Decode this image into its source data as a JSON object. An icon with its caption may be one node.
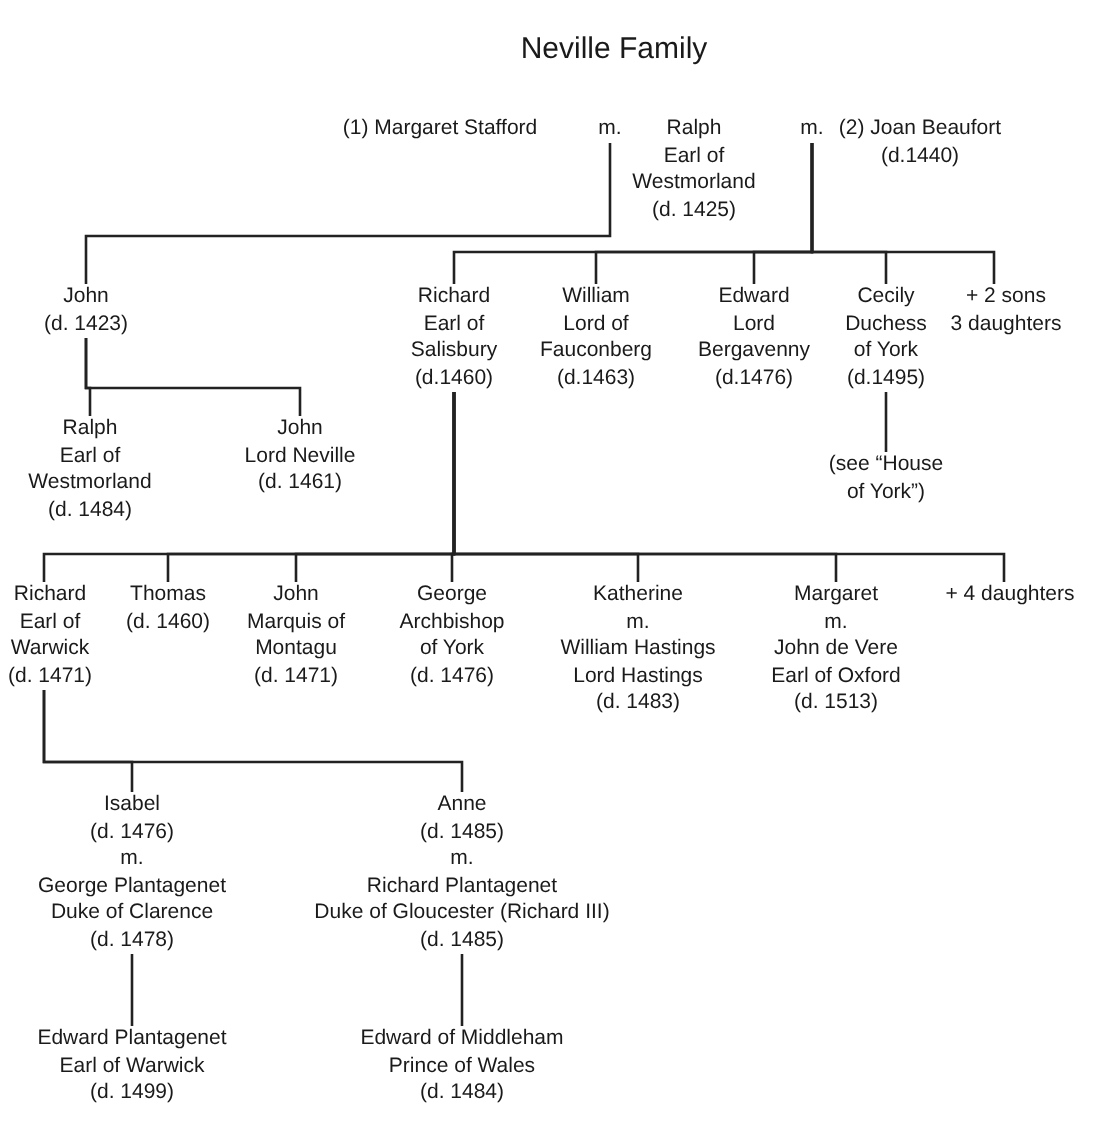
{
  "diagram": {
    "title": "Neville Family",
    "nodes": [
      {
        "text": [
          "(1) Margaret Stafford"
        ]
      },
      {
        "text": [
          "m."
        ]
      },
      {
        "text": [
          "Ralph Earl of Westmorland (d. 1425)"
        ]
      },
      {
        "text": [
          "m."
        ]
      },
      {
        "text": [
          "(2) Joan Beaufort (d.1440)"
        ]
      },
      {
        "text": [
          "John (d. 1423)"
        ]
      },
      {
        "text": [
          "Richard Earl of Salisbury (d.1460)"
        ]
      },
      {
        "text": [
          "William Lord of Fauconberg (d.1463)"
        ]
      },
      {
        "text": [
          "Edward Lord Bergavenny (d.1476)"
        ]
      },
      {
        "text": [
          "Cecily Duchess of York (d.1495)"
        ]
      },
      {
        "text": [
          "+ 2 sons 3 daughters"
        ]
      },
      {
        "text": [
          "Ralph Earl of Westmorland (d. 1484)"
        ]
      },
      {
        "text": [
          "John Lord Neville (d. 1461)"
        ]
      },
      {
        "text": [
          "(see “House of York”)"
        ]
      },
      {
        "text": [
          "Richard Earl of Warwick (d. 1471)"
        ]
      },
      {
        "text": [
          "Thomas (d. 1460)"
        ]
      },
      {
        "text": [
          "John Marquis of Montagu (d. 1471)"
        ]
      },
      {
        "text": [
          "George Archbishop of York (d. 1476)"
        ]
      },
      {
        "text": [
          "Katherine m. William Hastings Lord Hastings (d. 1483)"
        ]
      },
      {
        "text": [
          "Margaret m. John de Vere Earl of Oxford (d. 1513)"
        ]
      },
      {
        "text": [
          "+ 4 daughters"
        ]
      },
      {
        "text": [
          "Isabel (d. 1476) m. George Plantagenet Duke of Clarence (d. 1478)"
        ]
      },
      {
        "text": [
          "Anne (d. 1485) m. Richard Plantagenet Duke of Gloucester (Richard III) (d. 1485)"
        ]
      },
      {
        "text": [
          "Edward Plantagenet Earl of Warwick (d. 1499)"
        ]
      },
      {
        "text": [
          "Edward of Middleham Prince of Wales (d. 1484)"
        ]
      }
    ],
    "edges": [
      {
        "from": 1,
        "to": 5,
        "arrow": "none"
      },
      {
        "from": 3,
        "to": 6,
        "arrow": "none"
      },
      {
        "from": 3,
        "to": 7,
        "arrow": "none"
      },
      {
        "from": 3,
        "to": 8,
        "arrow": "none"
      },
      {
        "from": 3,
        "to": 9,
        "arrow": "none"
      },
      {
        "from": 3,
        "to": 10,
        "arrow": "none"
      },
      {
        "from": 5,
        "to": 11,
        "arrow": "none"
      },
      {
        "from": 5,
        "to": 12,
        "arrow": "none"
      },
      {
        "from": 9,
        "to": 13,
        "arrow": "none"
      },
      {
        "from": 6,
        "to": 14,
        "arrow": "none"
      },
      {
        "from": 6,
        "to": 15,
        "arrow": "none"
      },
      {
        "from": 6,
        "to": 16,
        "arrow": "none"
      },
      {
        "from": 6,
        "to": 17,
        "arrow": "none"
      },
      {
        "from": 6,
        "to": 18,
        "arrow": "none"
      },
      {
        "from": 6,
        "to": 19,
        "arrow": "none"
      },
      {
        "from": 6,
        "to": 20,
        "arrow": "none"
      },
      {
        "from": 14,
        "to": 21,
        "arrow": "none"
      },
      {
        "from": 14,
        "to": 22,
        "arrow": "none"
      },
      {
        "from": 21,
        "to": 23,
        "arrow": "none"
      },
      {
        "from": 22,
        "to": 24,
        "arrow": "none"
      }
    ]
  }
}
